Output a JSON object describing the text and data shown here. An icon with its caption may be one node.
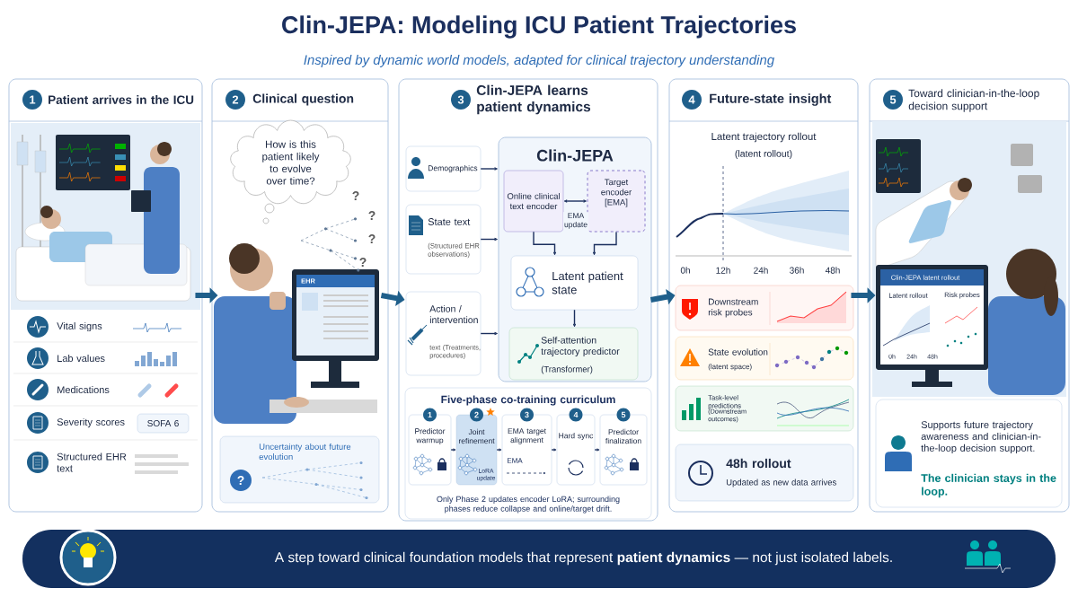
{
  "diagram": {
    "title": "Clin-JEPA: Modeling ICU Patient Trajectories",
    "nodes": [
      {
        "text": [
          "1",
          "Patient arrives in the ICU"
        ]
      },
      {
        "text": [
          "SOFA 6"
        ],
        "in": 0
      },
      {
        "text": [
          "2",
          "Clinical question"
        ]
      },
      {
        "text": [
          "How is this patient likely to evolve over time?"
        ],
        "in": 2
      },
      {
        "text": [
          "?",
          "Uncertainty about future evolution"
        ],
        "in": 2
      },
      {
        "text": [
          "3",
          "Clin-JEPA learns patient dynamics"
        ]
      },
      {
        "text": [
          "Demographics"
        ],
        "in": 5
      },
      {
        "text": [
          "State text",
          "(Structured EHR observations)"
        ],
        "in": 5
      },
      {
        "text": [
          "Action / intervention",
          "text (Treatments, procedures)"
        ],
        "in": 5
      },
      {
        "text": [
          "Clin-JEPA"
        ],
        "in": 5
      },
      {
        "text": [
          "Online clinical text encoder"
        ],
        "in": 9
      },
      {
        "text": [
          "Target encoder [EMA]"
        ],
        "in": 9
      },
      {
        "text": [
          "Latent patient state"
        ],
        "in": 9
      },
      {
        "text": [
          "Self-attention trajectory predictor",
          "(Transformer)"
        ],
        "in": 9
      },
      {
        "text": [
          "Five-phase co-training curriculum",
          "Only Phase 2 updates encoder LoRA; surrounding phases reduce collapse and online/target drift."
        ],
        "in": 5
      },
      {
        "text": [
          "1",
          "Predictor warmup"
        ],
        "in": 14
      },
      {
        "text": [
          "2",
          "Joint refinement"
        ],
        "in": 14
      },
      {
        "text": [
          "3",
          "EMA target alignment"
        ],
        "in": 14
      },
      {
        "text": [
          "4",
          "Hard sync"
        ],
        "in": 14
      },
      {
        "text": [
          "5",
          "Predictor finalization"
        ],
        "in": 14
      },
      {
        "text": [
          "4",
          "Future-state insight"
        ]
      },
      {
        "text": [
          "Downstream risk probes"
        ],
        "in": 20
      },
      {
        "text": [
          "State evolution",
          "(latent space)"
        ],
        "in": 20
      },
      {
        "text": [
          "Task-level predictions",
          "(Downstream outcomes)"
        ],
        "in": 20
      },
      {
        "text": [
          "48h rollout",
          "Updated as new data arrives"
        ],
        "in": 20
      },
      {
        "text": [
          "5",
          "Toward clinician-in-the-loop decision support"
        ]
      },
      {
        "text": [
          "Supports future trajectory awareness and clinician-in-the-loop decision support.",
          "The clinician stays in the loop."
        ],
        "in": 25
      },
      {
        "text": [
          "A step toward clinical foundation models that represent **patient dynamics** — not just isolated labels."
        ]
      }
    ],
    "edges": [
      {
        "from": 0,
        "to": 2,
        "arrow": "to",
        "style": "thick",
        "color": "#1f5f8b"
      },
      {
        "from": 2,
        "to": 5,
        "arrow": "to",
        "style": "thick",
        "color": "#1f5f8b"
      },
      {
        "from": 5,
        "to": 20,
        "arrow": "to",
        "style": "thick",
        "color": "#1f5f8b"
      },
      {
        "from": 20,
        "to": 25,
        "arrow": "to",
        "style": "thick",
        "color": "#1f5f8b"
      },
      {
        "from": 6,
        "to": 9,
        "arrow": "to"
      },
      {
        "from": 7,
        "to": 9,
        "arrow": "to"
      },
      {
        "from": 8,
        "to": 9,
        "arrow": "to"
      },
      {
        "from": 10,
        "to": 11,
        "arrow": "both",
        "label": "EMA update"
      },
      {
        "from": 10,
        "to": 12,
        "arrow": "to"
      },
      {
        "from": 11,
        "to": 12,
        "arrow": "to"
      },
      {
        "from": 12,
        "to": 13,
        "arrow": "to"
      },
      {
        "from": 15,
        "to": 16,
        "arrow": "to"
      },
      {
        "from": 16,
        "to": 17,
        "arrow": "to"
      },
      {
        "from": 17,
        "to": 18,
        "arrow": "to"
      },
      {
        "from": 18,
        "to": 19,
        "arrow": "to"
      }
    ],
    "labels": [
      "Inspired by dynamic world models, adapted for clinical trajectory understanding",
      "Vital signs",
      "Lab values",
      "Medications",
      "Severity scores",
      "Structured EHR text",
      "?",
      "?",
      "?",
      "?",
      "EHR",
      "LoRA update",
      "EMA",
      "Latent trajectory rollout",
      "(latent rollout)",
      "0h",
      "12h",
      "24h",
      "36h",
      "48h",
      "Clin-JEPA latent rollout",
      "Latent rollout",
      "Risk probes",
      "0h",
      "24h",
      "48h"
    ]
  }
}
